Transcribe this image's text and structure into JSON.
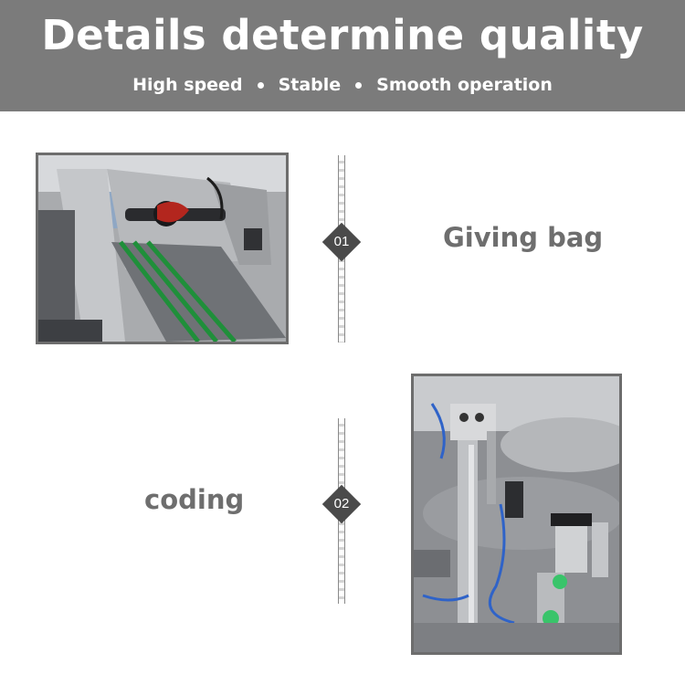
{
  "header": {
    "title": "Details determine quality",
    "features": [
      "High speed",
      "Stable",
      "Smooth operation"
    ]
  },
  "steps": [
    {
      "number": "01",
      "label": "Giving bag"
    },
    {
      "number": "02",
      "label": "coding"
    }
  ],
  "colors": {
    "header_bg": "#7b7b7b",
    "marker": "#4a4a4a",
    "label_text": "#6e6e6e"
  }
}
